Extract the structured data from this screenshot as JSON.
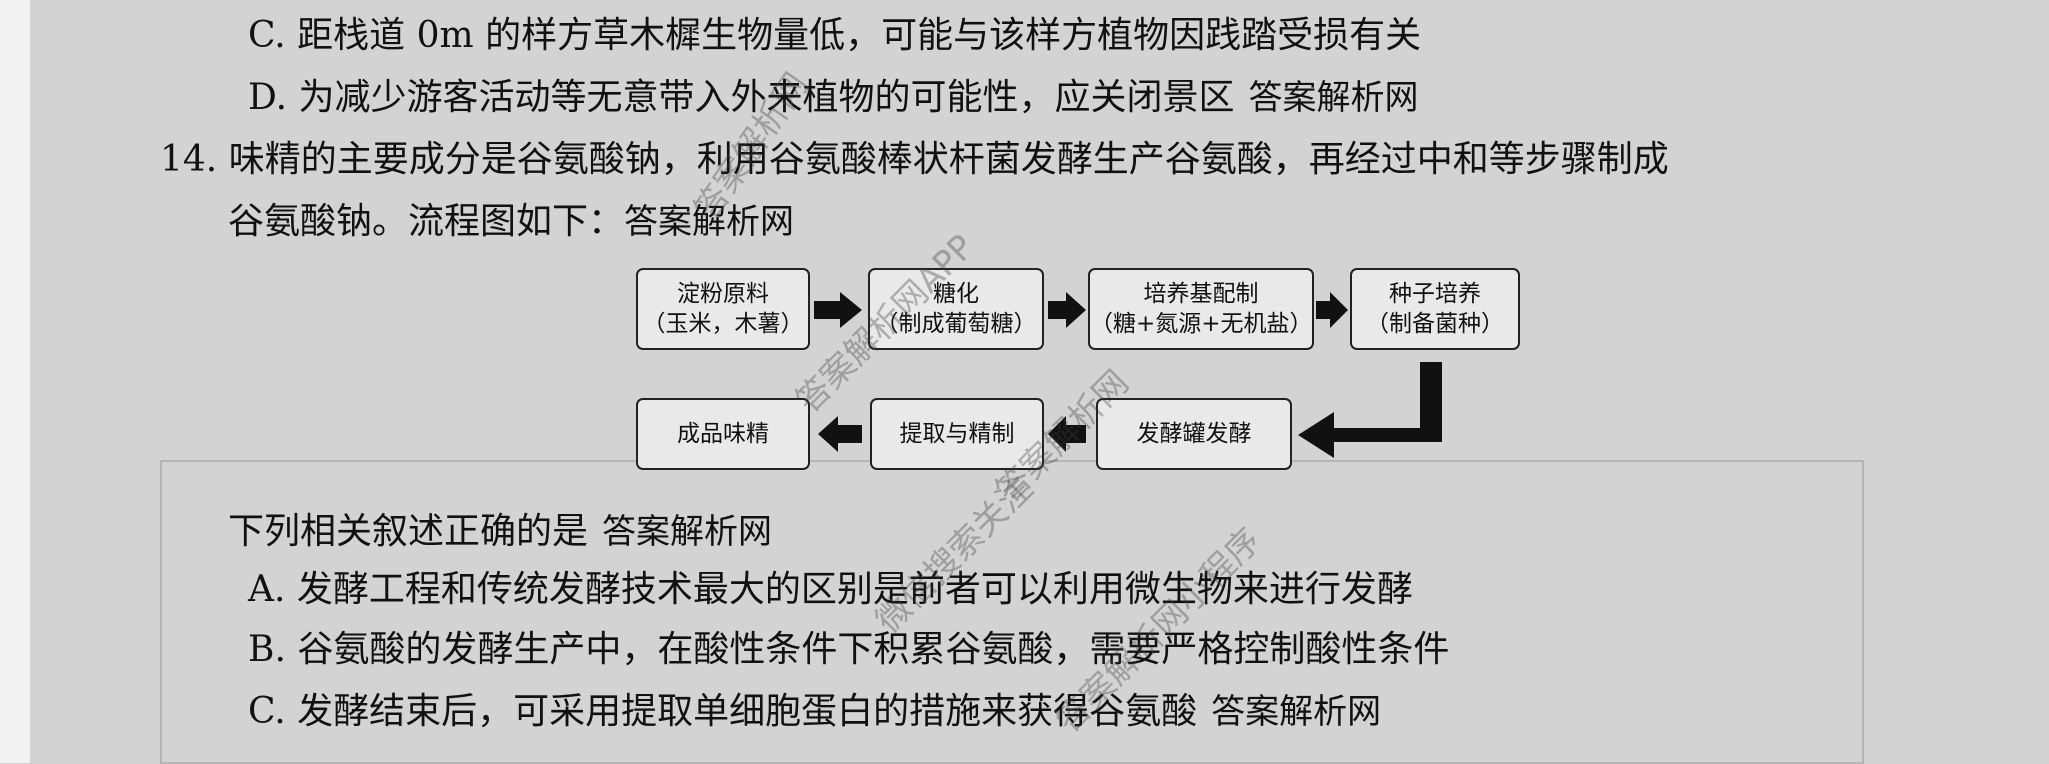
{
  "options_prev": {
    "c": "C. 距栈道 0m 的样方草木樨生物量低，可能与该样方植物因践踏受损有关",
    "d": "D. 为减少游客活动等无意带入外来植物的可能性，应关闭景区",
    "d_watermark": "答案解析网"
  },
  "question": {
    "line1": "14. 味精的主要成分是谷氨酸钠，利用谷氨酸棒状杆菌发酵生产谷氨酸，再经过中和等步骤制成",
    "line2": "谷氨酸钠。流程图如下：",
    "line2_watermark": "答案解析网"
  },
  "flowchart": {
    "b1": {
      "l1": "淀粉原料",
      "l2": "（玉米，木薯）"
    },
    "b2": {
      "l1": "糖化",
      "l2": "（制成葡萄糖）"
    },
    "b3": {
      "l1": "培养基配制",
      "l2": "（糖+氮源+无机盐）"
    },
    "b4": {
      "l1": "种子培养",
      "l2": "（制备菌种）"
    },
    "b5": {
      "l1": "发酵罐发酵"
    },
    "b6": {
      "l1": "提取与精制"
    },
    "b7": {
      "l1": "成品味精"
    }
  },
  "prompt": {
    "text": "下列相关叙述正确的是",
    "watermark": "答案解析网"
  },
  "options": {
    "a": "A. 发酵工程和传统发酵技术最大的区别是前者可以利用微生物来进行发酵",
    "b": "B. 谷氨酸的发酵生产中，在酸性条件下积累谷氨酸，需要严格控制酸性条件",
    "c": "C. 发酵结束后，可采用提取单细胞蛋白的措施来获得谷氨酸",
    "c_watermark": "答案解析网"
  },
  "watermarks": {
    "w1": "答案解析网",
    "w2": "答案解析网APP",
    "w3": "答案解析网",
    "w4": "微信搜索关注",
    "w5": "答案解析网小程序"
  }
}
